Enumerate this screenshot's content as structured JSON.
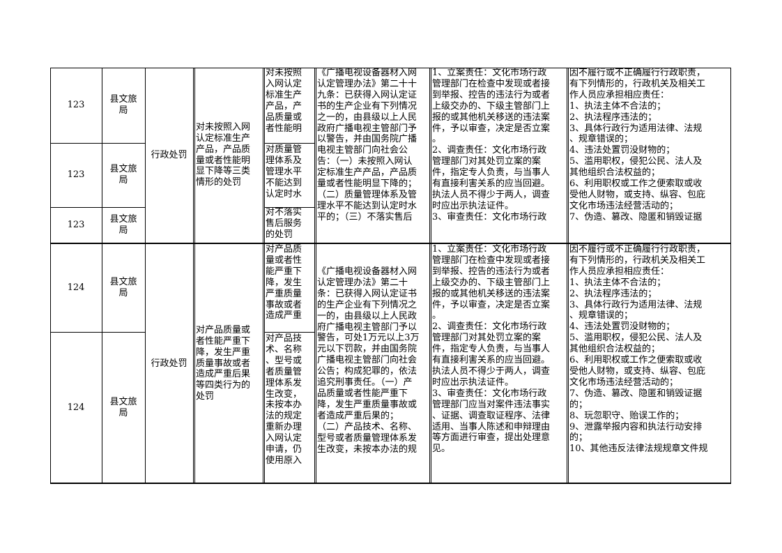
{
  "rows": [
    {
      "num": "123",
      "dept": "县文旅\n局"
    },
    {
      "num": "123",
      "dept": "县文旅\n局"
    },
    {
      "num": "123",
      "dept": "县文旅\n局"
    },
    {
      "num": "124",
      "dept": "县文旅\n局"
    },
    {
      "num": "124",
      "dept": "县文旅\n局"
    }
  ],
  "group123": {
    "type": "行政处罚",
    "item": "对未按照入网\n认定标准生产\n产品，产品质\n量或者性能明\n显下降等三类\n情形的处罚",
    "sub1": "对未按照\n入网认定\n标准生产\n产品，产\n品质量或\n者性能明",
    "sub2": "对质量管\n理体系及\n管理水平\n不能达到\n认定时水",
    "sub3": "对不落实\n售后服务\n的处罚",
    "basis": "《广播电视设备器材入网\n认定管理办法》第二十十\n九条：已获得入网认定证\n书的生产企业有下列情况\n之一的，由县级以上人民\n政府广播电视主管部门予\n以警告，并由国务院广播\n电视主管部门向社会公\n告：（一）未按照入网认\n定标准生产产品，产品质\n量或者性能明显下降的；\n（二）质量管理体系及管\n理水平不能达到认定时水\n平的；（三）不落实售后",
    "resp": "1、立案责任：文化市场行政\n管理部门在检查中发现或者接\n到举报、控告的违法行为或者\n上级交办的、下级主管部门上\n报的或其他机关移送的违法案\n件，予以审查，决定是否立案\n。\n2、调查责任：文化市场行政\n管理部门对其处罚立案的案\n件，指定专人负责，与当事人\n有直接利害关系的应当回避。\n执法人员不得少于两人，调查\n时应出示执法证件。\n3、审查责任：文化市场行政",
    "liab": "因不履行或不正确履行行政职责，\n有下列情形的，行政机关及相关工\n作人员应承担相应责任：\n1、执法主体不合法的；\n2、执法程序违法的；\n3、具体行政行为适用法律、法规\n、规章错误的；\n4、违法处置罚没财物的；\n5、滥用职权，侵犯公民、法人及\n其他组织合法权益的；\n6、利用职权或工作之便索取或收\n受他人财物，或支持、纵容、包庇\n文化市场违法经营活动的；\n7、伪造、篡改、隐匿和销毁证据"
  },
  "group124": {
    "type": "行政处罚",
    "item": "对产品质量或\n者性能严重下\n降，发生严重\n质量事故或者\n造成严重后果\n等四类行为的\n处罚",
    "sub1": "对产品质\n量或者性\n能严重下\n降，发生\n严重质量\n事故或者\n造成严重",
    "sub2": "对产品技\n术、名称\n、型号或\n者质量管\n理体系发\n生改变，\n未按本办\n法的规定\n重新办理\n入网认定\n申请，仍\n使用原入",
    "basis": "《广播电视设备器材入网\n认定管理办法》第二十\n条：已获得入网认定证书\n的生产企业有下列情况之\n一的，由县级以上人民政\n府广播电视主管部门予以\n警告，可处1万元以上3万\n元以下罚款，并由国务院\n广播电视主管部门向社会\n公告；构成犯罪的，依法\n追究刑事责任。（一）产\n品质量或者性能严重下\n降，发生严重质量事故或\n者造成严重后果的；\n（二）产品技术、名称、\n型号或者质量管理体系发\n生改变，未按本办法的规",
    "resp": "1、立案责任：文化市场行政\n管理部门在检查中发现或者接\n到举报、控告的违法行为或者\n上级交办的、下级主管部门上\n报的或其他机关移送的违法案\n件，予以审查，决定是否立案\n。\n2、调查责任：文化市场行政\n管理部门对其处罚立案的案\n件，指定专人负责，与当事人\n有直接利害关系的应当回避。\n执法人员不得少于两人，调查\n时应出示执法证件。\n3、审查责任：文化市场行政\n管理部门应当对案件违法事实\n、证据、调查取证程序、法律\n适用、当事人陈述和申辩理由\n等方面进行审查，提出处理意\n见。",
    "liab": "因不履行或不正确履行行政职责，\n有下列情形的，行政机关及相关工\n作人员应承担相应责任：\n1、执法主体不合法的；\n2、执法程序违法的；\n3、具体行政行为适用法律、法规\n、规章错误的；\n4、违法处置罚没财物的；\n5、滥用职权，侵犯公民、法人及\n其他组织合法权益的；\n6、利用职权或工作之便索取或收\n受他人财物，或支持、纵容、包庇\n文化市场违法经营活动的；\n7、伪造、篡改、隐匿和销毁证据\n的；\n8、玩忽职守、贻误工作的；\n9、泄露举报内容和执法行动安排\n的；\n10、其他违反法律法规规章文件规"
  }
}
